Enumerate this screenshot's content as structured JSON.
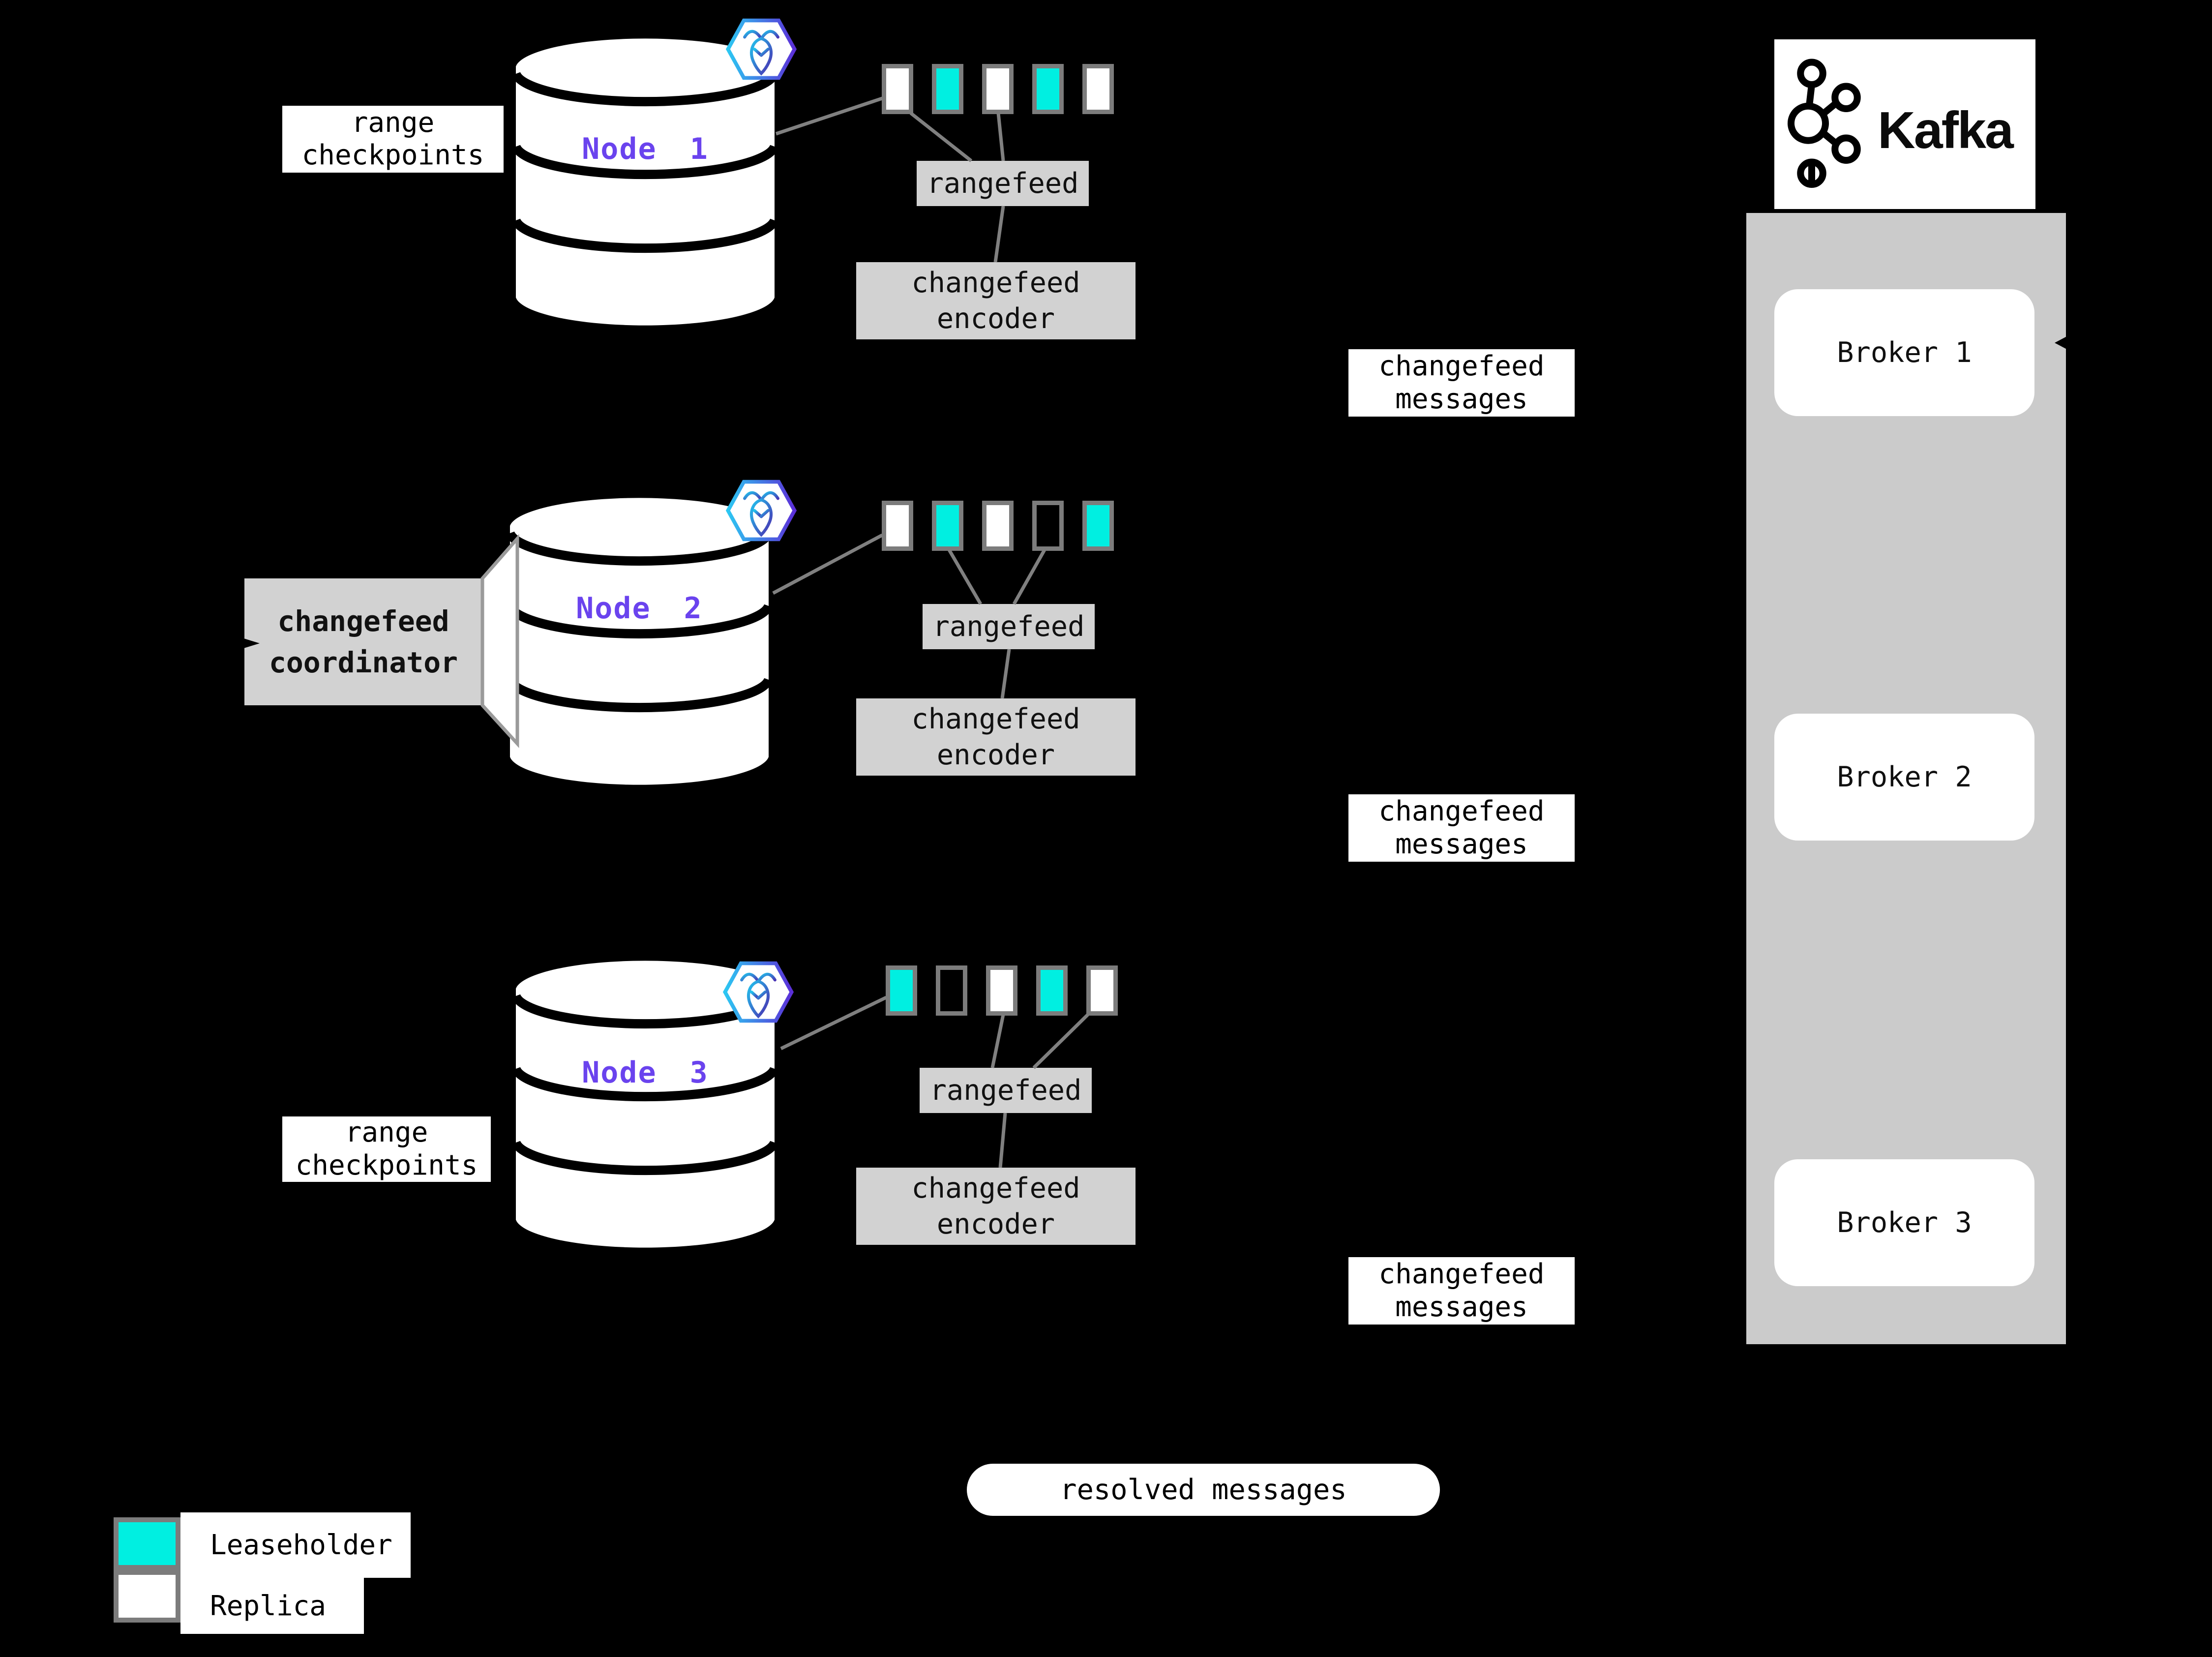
{
  "nodes": [
    {
      "label": "Node 1",
      "rangefeed": "rangefeed",
      "encoder": "changefeed encoder",
      "messages": "changefeed messages",
      "ranges": [
        "replica",
        "leaseholder",
        "replica",
        "leaseholder",
        "replica"
      ]
    },
    {
      "label": "Node 2",
      "rangefeed": "rangefeed",
      "encoder": "changefeed encoder",
      "messages": "changefeed messages",
      "ranges": [
        "replica",
        "leaseholder",
        "replica",
        "empty",
        "leaseholder"
      ]
    },
    {
      "label": "Node 3",
      "rangefeed": "rangefeed",
      "encoder": "changefeed encoder",
      "messages": "changefeed messages",
      "ranges": [
        "leaseholder",
        "empty",
        "replica",
        "leaseholder",
        "replica"
      ]
    }
  ],
  "annotations": {
    "range_checkpoints_top": "range checkpoints",
    "range_checkpoints_bottom": "range checkpoints",
    "changefeed_coordinator": "changefeed coordinator",
    "resolved_messages": "resolved messages"
  },
  "kafka": {
    "wordmark": "Kafka",
    "brokers": [
      {
        "label": "Broker 1"
      },
      {
        "label": "Broker 2"
      },
      {
        "label": "Broker 3"
      }
    ]
  },
  "legend": {
    "items": [
      {
        "type": "leaseholder",
        "label": "Leaseholder"
      },
      {
        "type": "replica",
        "label": "Replica"
      }
    ]
  },
  "colors": {
    "leaseholder": "#00efe1",
    "replica": "#ffffff",
    "panel": "#cbcbcb",
    "box": "#d2d2d2",
    "node-label": "#6a43ee",
    "line": "#808080",
    "background": "#000000"
  }
}
